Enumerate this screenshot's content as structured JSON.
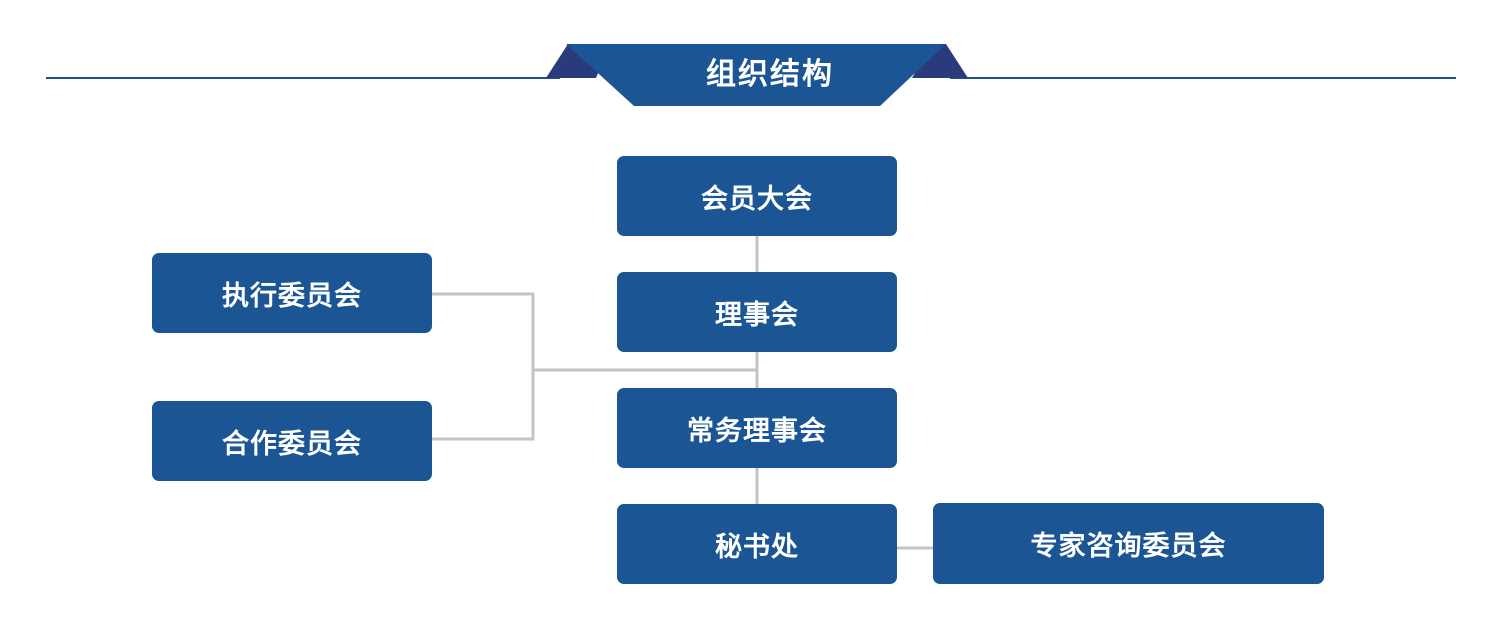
{
  "title": "组织结构",
  "colors": {
    "node_fill": "#1b5594",
    "banner_fill": "#1b5594",
    "banner_accent": "#2a3b7c",
    "rule_line": "#1f4f8f",
    "connector": "#c4c4c4",
    "text": "#ffffff"
  },
  "nodes": {
    "general_assembly": "会员大会",
    "council": "理事会",
    "standing_council": "常务理事会",
    "secretariat": "秘书处",
    "executive_committee": "执行委员会",
    "cooperation_committee": "合作委员会",
    "expert_advisory_committee": "专家咨询委员会"
  }
}
